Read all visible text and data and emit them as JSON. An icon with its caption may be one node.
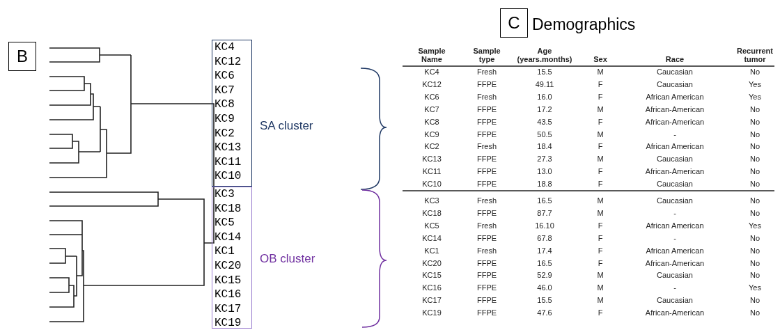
{
  "diagram": {
    "nodes": [
      {
        "text": [
          "B"
        ]
      },
      {
        "text": [
          "KC4",
          "KC12",
          "KC6",
          "KC7",
          "KC8",
          "KC9",
          "KC2",
          "KC13",
          "KC11",
          "KC10"
        ]
      },
      {
        "text": [
          "KC3",
          "KC18",
          "KC5",
          "KC14",
          "KC1",
          "KC20",
          "KC15",
          "KC16",
          "KC17",
          "KC19"
        ]
      },
      {
        "text": [
          "C"
        ],
        "beside": [
          "Demographics"
        ]
      }
    ],
    "labels": [
      "SA cluster",
      "OB cluster",
      "Sample Name",
      "Sample type",
      "Age (years.months)",
      "Sex",
      "Race",
      "Recurrent tumor",
      "KC4",
      "Fresh",
      "15.5",
      "M",
      "Caucasian",
      "No",
      "KC12",
      "FFPE",
      "49.11",
      "F",
      "Caucasian",
      "Yes",
      "KC6",
      "Fresh",
      "16.0",
      "F",
      "African American",
      "Yes",
      "KC7",
      "FFPE",
      "17.2",
      "M",
      "African-American",
      "No",
      "KC8",
      "FFPE",
      "43.5",
      "F",
      "African-American",
      "No",
      "KC9",
      "FFPE",
      "50.5",
      "M",
      "-",
      "No",
      "KC2",
      "Fresh",
      "18.4",
      "F",
      "African American",
      "No",
      "KC13",
      "FFPE",
      "27.3",
      "M",
      "Caucasian",
      "No",
      "KC11",
      "FFPE",
      "13.0",
      "F",
      "African-American",
      "No",
      "KC10",
      "FFPE",
      "18.8",
      "F",
      "Caucasian",
      "No",
      "KC3",
      "Fresh",
      "16.5",
      "M",
      "Caucasian",
      "No",
      "KC18",
      "FFPE",
      "87.7",
      "M",
      "-",
      "No",
      "KC5",
      "Fresh",
      "16.10",
      "F",
      "African American",
      "Yes",
      "KC14",
      "FFPE",
      "67.8",
      "F",
      "-",
      "No",
      "KC1",
      "Fresh",
      "17.4",
      "F",
      "African American",
      "No",
      "KC20",
      "FFPE",
      "16.5",
      "F",
      "African-American",
      "No",
      "KC15",
      "FFPE",
      "52.9",
      "M",
      "Caucasian",
      "No",
      "KC16",
      "FFPE",
      "46.0",
      "M",
      "-",
      "Yes",
      "KC17",
      "FFPE",
      "15.5",
      "M",
      "Caucasian",
      "No",
      "KC19",
      "FFPE",
      "47.6",
      "F",
      "African-American",
      "No"
    ]
  }
}
